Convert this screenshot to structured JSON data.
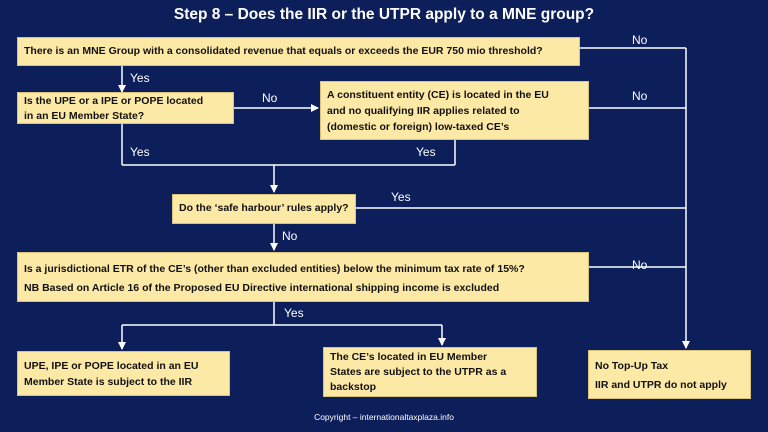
{
  "title": "Step 8 – Does the IIR or the UTPR apply to a MNE group?",
  "boxes": {
    "mne_group": "There is an MNE Group with a consolidated revenue that equals or exceeds the EUR 750 mio threshold?",
    "upe_location": [
      "Is the UPE or a IPE or POPE located",
      "in an EU Member State?"
    ],
    "ce_located": [
      "A constituent entity (CE) is located in the EU",
      "and no qualifying IIR applies related to",
      "(domestic or foreign) low-taxed CE’s"
    ],
    "safe_harbour": "Do the ‘safe harbour’ rules apply?",
    "etr": [
      "Is a jurisdictional  ETR of the CE’s (other than excluded entities) below the minimum tax rate of 15%?",
      "NB Based on Article 16 of the Proposed EU Directive international  shipping  income is excluded"
    ],
    "iir_result": [
      "UPE, IPE or POPE located in an EU",
      "Member State is subject to the IIR"
    ],
    "utpr_result": [
      "The CE’s located in EU Member",
      "States are subject to the UTPR as a",
      "backstop"
    ],
    "no_topup": [
      "No Top-Up Tax",
      "IIR and UTPR do not apply"
    ]
  },
  "labels": {
    "no_1": "No",
    "yes_1": "Yes",
    "no_2": "No",
    "no_3": "No",
    "yes_2": "Yes",
    "yes_3": "Yes",
    "yes_4": "Yes",
    "no_4": "No",
    "no_5": "No",
    "yes_5": "Yes"
  },
  "copyright": "Copyright – internationaltaxplaza.info",
  "colors": {
    "background": "#0d1f5b",
    "box": "#fde9a6",
    "text_light": "#ffffff"
  }
}
